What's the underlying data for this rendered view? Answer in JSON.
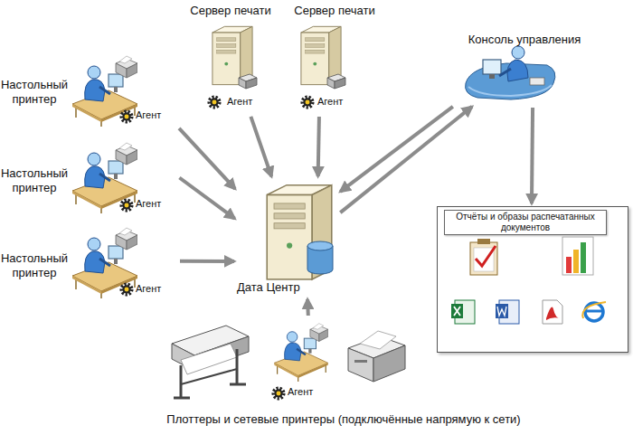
{
  "diagram": {
    "nodes": [
      {
        "text": [
          "Сервер печати",
          "Агент"
        ]
      },
      {
        "text": [
          "Сервер печати",
          "Агент"
        ]
      },
      {
        "text": [
          "Консоль управления"
        ]
      },
      {
        "text": [
          "Настольный принтер",
          "Агент"
        ]
      },
      {
        "text": [
          "Настольный принтер",
          "Агент"
        ]
      },
      {
        "text": [
          "Настольный принтер",
          "Агент"
        ]
      },
      {
        "text": [
          "Дата Центр"
        ]
      },
      {
        "text": [
          "Отчёты и образы распечатанных документов"
        ]
      },
      {
        "text": [
          "Агент",
          "Плоттеры и сетевые принтеры (подключённые напрямую к сети)"
        ]
      }
    ],
    "edges": [
      {
        "from": 0,
        "to": 6,
        "arrow": "to"
      },
      {
        "from": 1,
        "to": 6,
        "arrow": "to"
      },
      {
        "from": 3,
        "to": 6,
        "arrow": "to"
      },
      {
        "from": 4,
        "to": 6,
        "arrow": "to"
      },
      {
        "from": 5,
        "to": 6,
        "arrow": "to"
      },
      {
        "from": 8,
        "to": 6,
        "arrow": "to"
      },
      {
        "from": 6,
        "to": 2,
        "arrow": "to"
      },
      {
        "from": 2,
        "to": 6,
        "arrow": "to"
      },
      {
        "from": 2,
        "to": 7,
        "arrow": "to"
      }
    ]
  }
}
